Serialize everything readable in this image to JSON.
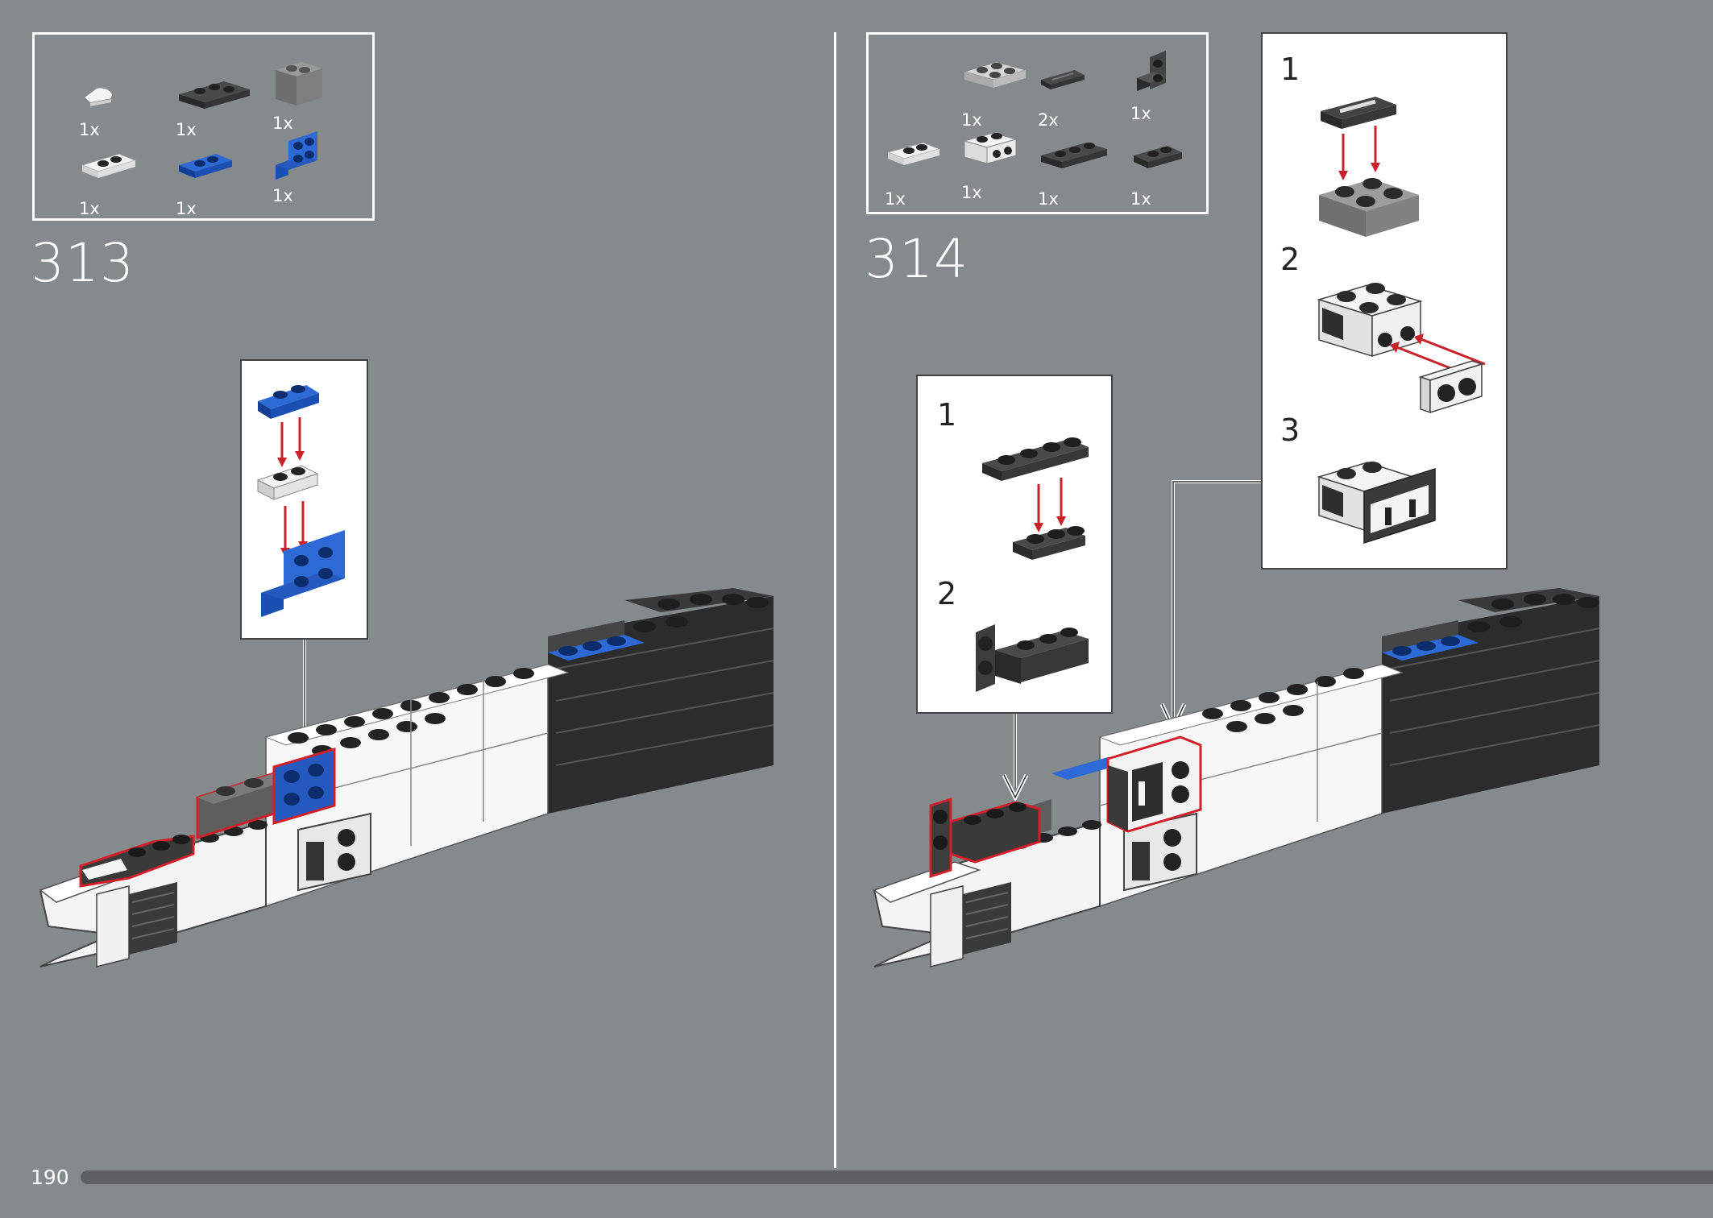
{
  "page_number": "190",
  "steps": [
    {
      "number": "313",
      "parts": [
        {
          "icon": "white-quarter-round-tile-icon",
          "qty": "1x"
        },
        {
          "icon": "dark-gray-plate-1x3-icon",
          "qty": "1x"
        },
        {
          "icon": "gray-brick-1x2-icon",
          "qty": "1x"
        },
        {
          "icon": "white-plate-1x2-icon",
          "qty": "1x"
        },
        {
          "icon": "blue-plate-1x2-icon",
          "qty": "1x"
        },
        {
          "icon": "blue-bracket-icon",
          "qty": "1x"
        }
      ]
    },
    {
      "number": "314",
      "parts": [
        {
          "icon": "light-gray-plate-2x2-icon",
          "qty": "1x"
        },
        {
          "icon": "dark-gray-tile-grille-icon",
          "qty": "2x"
        },
        {
          "icon": "dark-gray-bracket-icon",
          "qty": "1x"
        },
        {
          "icon": "white-plate-1x2-icon",
          "qty": "1x"
        },
        {
          "icon": "white-brick-with-holes-icon",
          "qty": "1x"
        },
        {
          "icon": "dark-gray-plate-1x3-icon",
          "qty": "1x"
        },
        {
          "icon": "dark-gray-plate-1x2-icon",
          "qty": "1x"
        }
      ],
      "subassembly_a": {
        "steps": [
          "1",
          "2"
        ]
      },
      "subassembly_b": {
        "steps": [
          "1",
          "2",
          "3"
        ]
      }
    }
  ],
  "colors": {
    "background": "#858b8d",
    "lego_blue": "#1f5bbf",
    "dark_gray": "#3c3c3c",
    "highlight_red": "#d2202a",
    "arrow_red": "#c8232b"
  }
}
